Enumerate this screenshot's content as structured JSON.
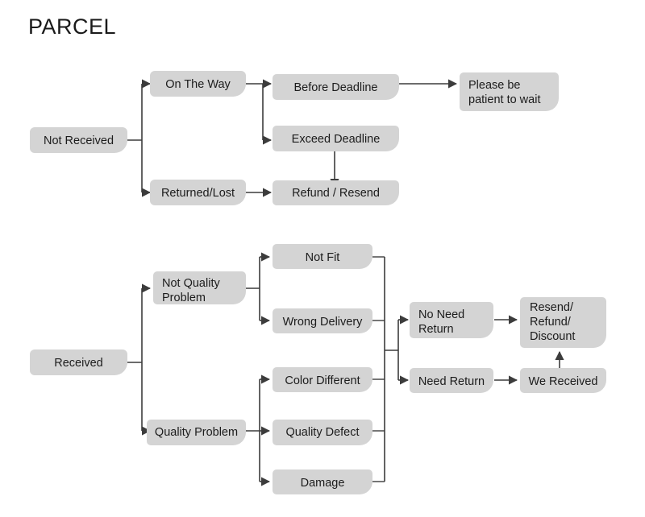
{
  "page": {
    "title": "PARCEL",
    "background_color": "#ffffff",
    "node_fill_color": "#d4d4d4",
    "node_text_color": "#1c1c1c",
    "connector_color": "#3c3c3c"
  },
  "diagram": {
    "type": "flowchart",
    "branches": [
      {
        "root": "Not Received",
        "children": [
          "On The Way",
          "Returned/Lost"
        ]
      },
      {
        "root": "Received",
        "children": [
          "Not Quality Problem",
          "Quality Problem"
        ]
      }
    ]
  },
  "nodes": {
    "not_received": {
      "label": "Not Received",
      "lines": [
        "Not Received"
      ]
    },
    "on_the_way": {
      "label": "On The Way",
      "lines": [
        "On The Way"
      ]
    },
    "returned_lost": {
      "label": "Returned/Lost",
      "lines": [
        "Returned/Lost"
      ]
    },
    "before_deadline": {
      "label": "Before Deadline",
      "lines": [
        "Before Deadline"
      ]
    },
    "exceed_deadline": {
      "label": "Exceed Deadline",
      "lines": [
        "Exceed Deadline"
      ]
    },
    "refund_resend": {
      "label": "Refund / Resend",
      "lines": [
        "Refund / Resend"
      ]
    },
    "please_wait": {
      "label": "Please be patient to wait",
      "lines": [
        "Please be",
        "patient to wait"
      ]
    },
    "received": {
      "label": "Received",
      "lines": [
        "Received"
      ]
    },
    "not_quality_problem": {
      "label": "Not Quality Problem",
      "lines": [
        "Not Quality",
        "Problem"
      ]
    },
    "quality_problem": {
      "label": "Quality Problem",
      "lines": [
        "Quality Problem"
      ]
    },
    "not_fit": {
      "label": "Not Fit",
      "lines": [
        "Not Fit"
      ]
    },
    "wrong_delivery": {
      "label": "Wrong Delivery",
      "lines": [
        "Wrong Delivery"
      ]
    },
    "color_different": {
      "label": "Color Different",
      "lines": [
        "Color Different"
      ]
    },
    "quality_defect": {
      "label": "Quality Defect",
      "lines": [
        "Quality Defect"
      ]
    },
    "damage": {
      "label": "Damage",
      "lines": [
        "Damage"
      ]
    },
    "no_need_return": {
      "label": "No Need Return",
      "lines": [
        "No Need",
        "Return"
      ]
    },
    "need_return": {
      "label": "Need Return",
      "lines": [
        "Need Return"
      ]
    },
    "resend_refund_discount": {
      "label": "Resend/ Refund/ Discount",
      "lines": [
        "Resend/",
        "Refund/",
        "Discount"
      ]
    },
    "we_received": {
      "label": "We Received",
      "lines": [
        "We Received"
      ]
    }
  }
}
